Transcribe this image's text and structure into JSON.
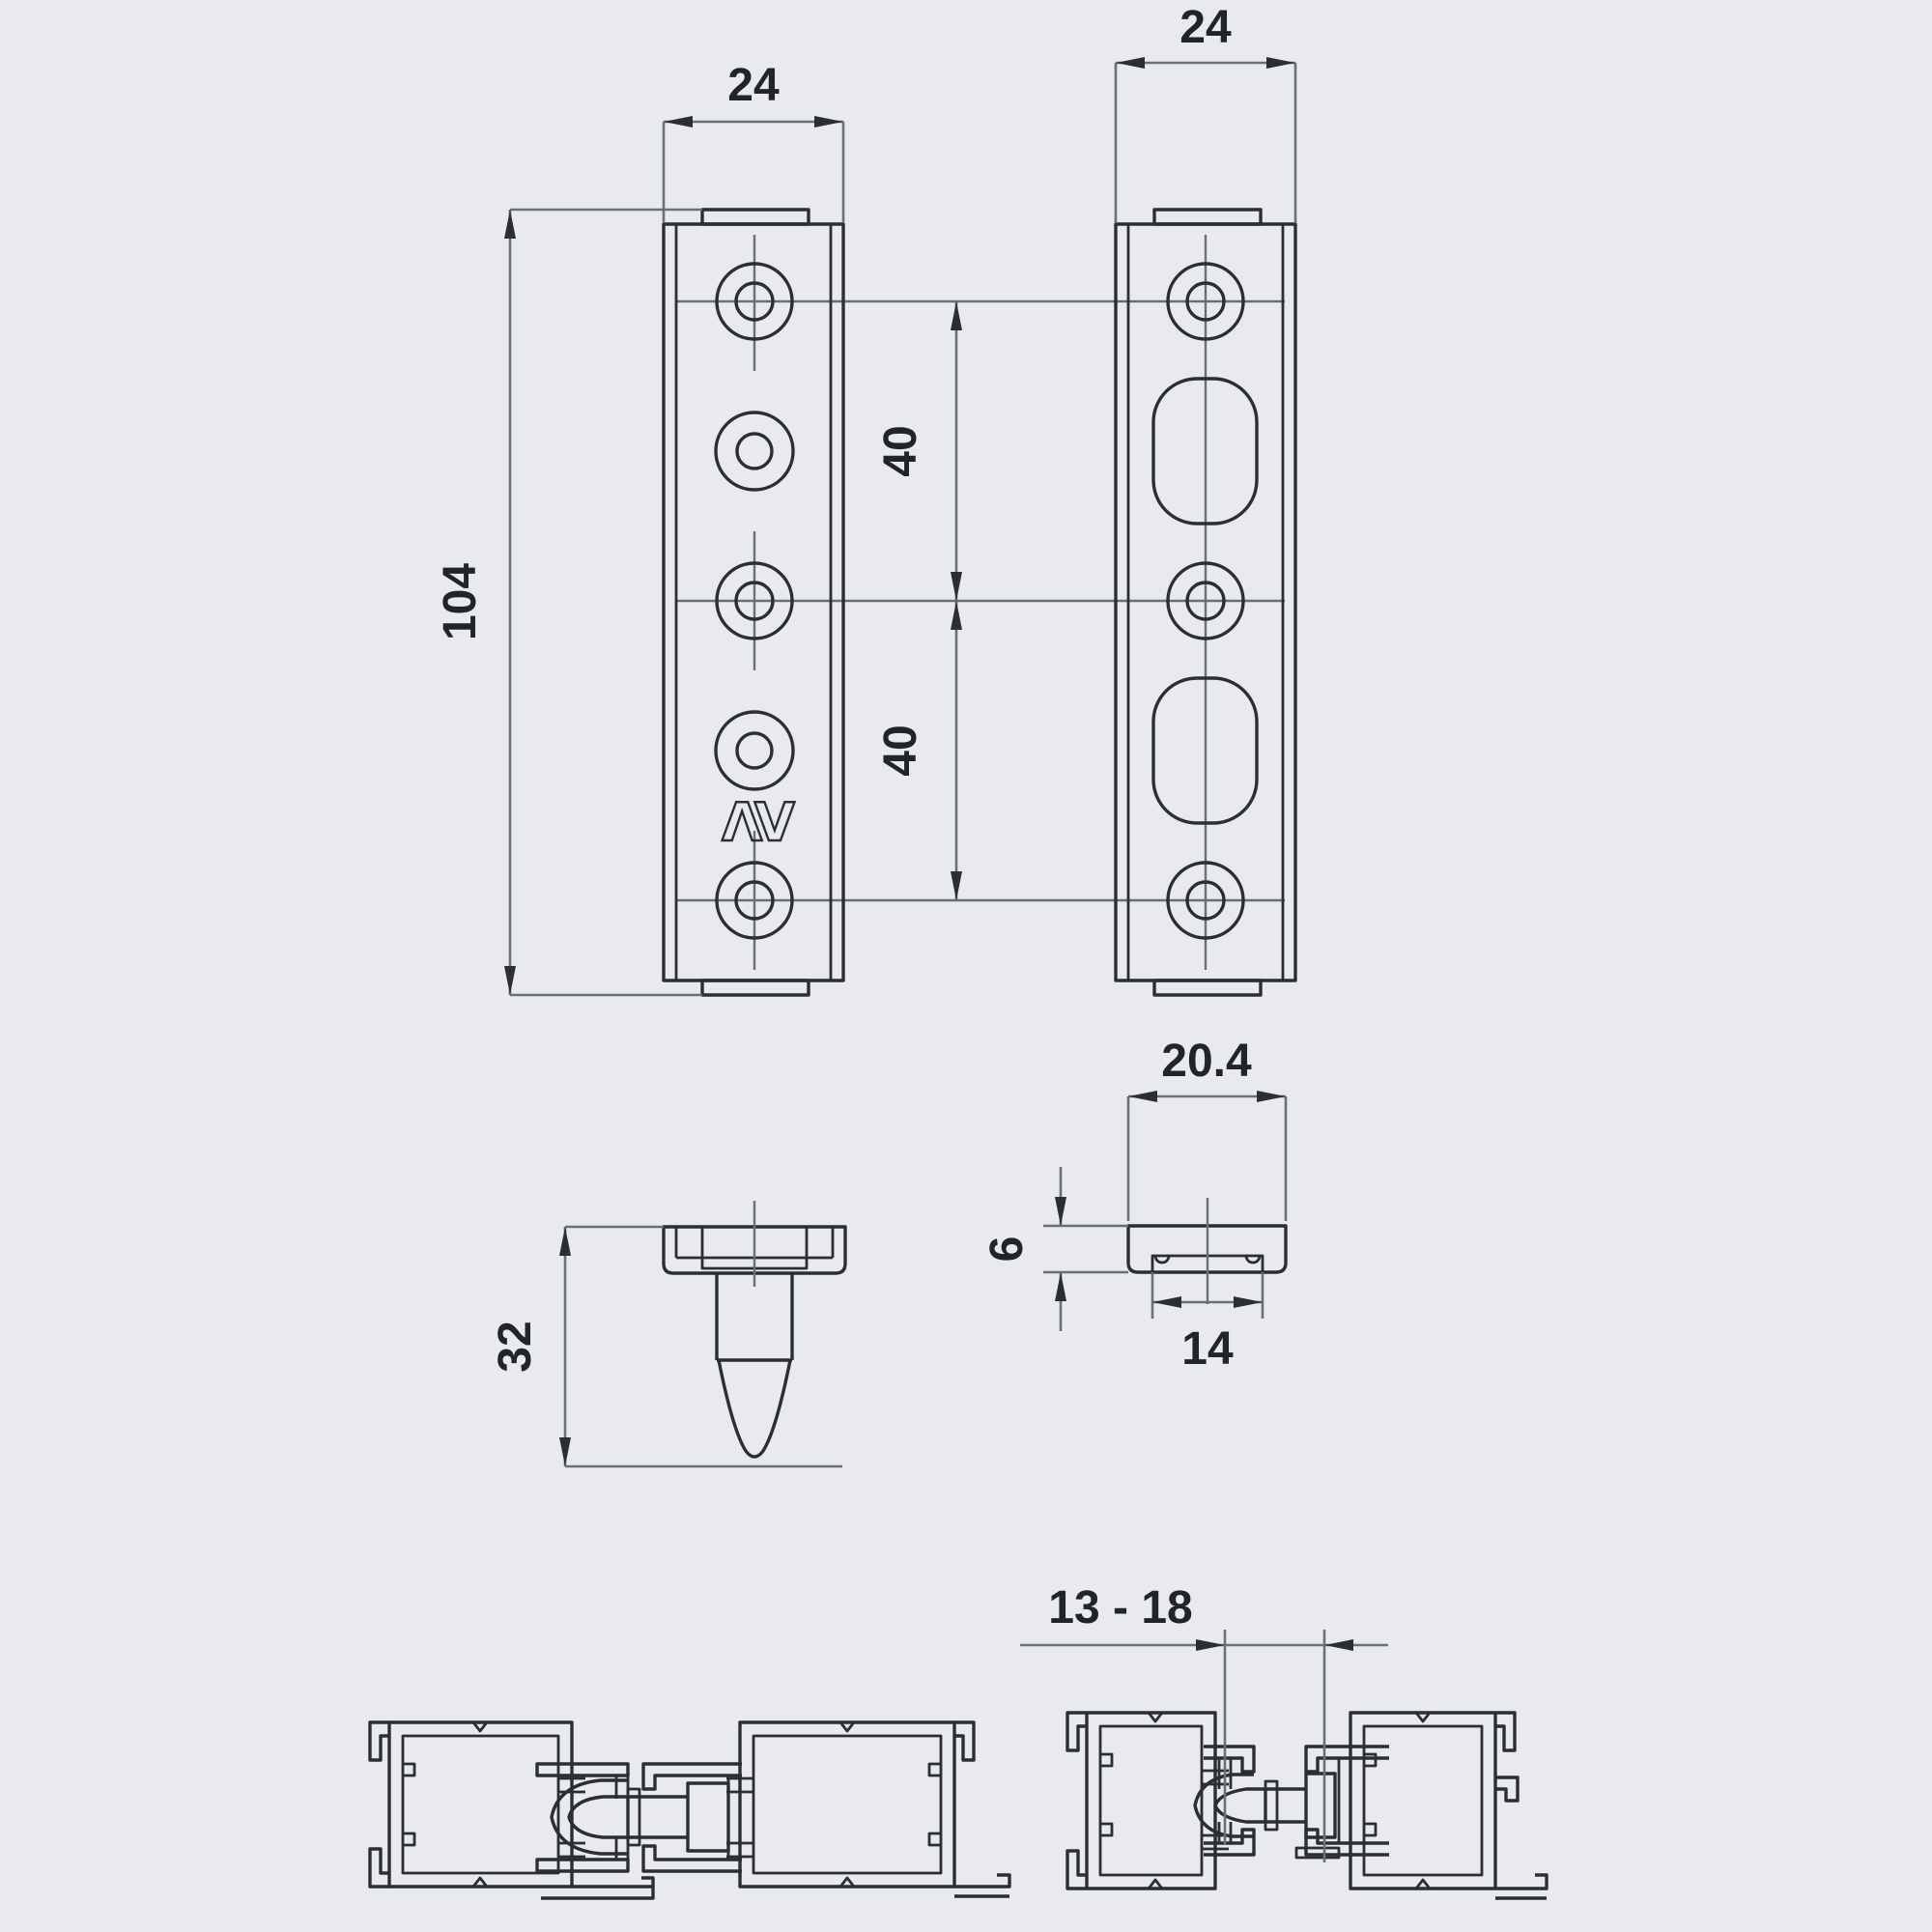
{
  "drawing": {
    "type": "technical-dimension-drawing",
    "subject": "window latch hardware: two mounting plates, latch pin side view, channel end view, installed profile cross-sections"
  },
  "colors": {
    "background": "#e8eaed",
    "part_line": "#2b2e34",
    "dimension_line": "#6b6f77",
    "text": "#212428"
  },
  "logo": {
    "text": "ΛV"
  },
  "views": {
    "front_left": {
      "label": "frame plate front view",
      "dims": {
        "width": "24",
        "height": "104",
        "hole_spacing_upper": "40",
        "hole_spacing_lower": "40"
      }
    },
    "front_right": {
      "label": "sash plate front view",
      "dims": {
        "width": "24"
      }
    },
    "side": {
      "label": "latch pin side view",
      "dims": {
        "height": "32"
      }
    },
    "end": {
      "label": "channel end view",
      "dims": {
        "outer_width": "20.4",
        "height": "6",
        "inner_width": "14"
      }
    },
    "section_closed": {
      "label": "installed cross-section, closed"
    },
    "section_open": {
      "label": "installed cross-section, open gap",
      "dims": {
        "gap_range": "13 - 18"
      }
    }
  }
}
